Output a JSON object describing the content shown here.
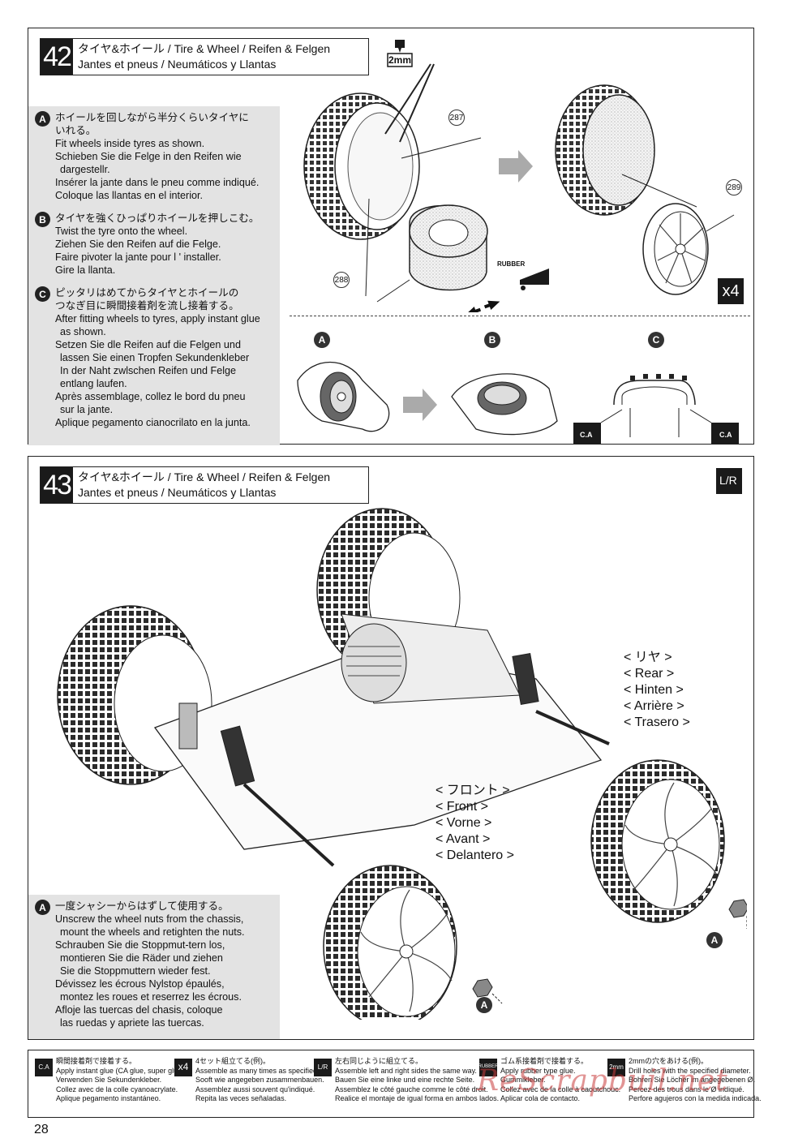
{
  "step42": {
    "number": "42",
    "title_line1": "タイヤ&ホイール / Tire & Wheel / Reifen & Felgen",
    "title_line2": "Jantes et pneus / Neumáticos y Llantas",
    "drill_label": "2mm",
    "rubber_label": "RUBBER",
    "multiplier": "x4",
    "parts": [
      "287",
      "288",
      "289"
    ],
    "instructions": [
      {
        "badge": "A",
        "lines": [
          "ホイールを回しながら半分くらいタイヤに",
          "いれる。",
          "Fit wheels inside tyres as shown.",
          "Schieben Sie die Felge in den Reifen wie",
          " dargestellr.",
          "Insérer la jante dans le pneu comme indiqué.",
          "Coloque las llantas en el interior."
        ]
      },
      {
        "badge": "B",
        "lines": [
          "タイヤを強くひっぱりホイールを押しこむ。",
          "Twist the tyre onto the wheel.",
          "Ziehen Sie den Reifen auf die Felge.",
          "Faire pivoter la jante pour l ' installer.",
          "Gire la llanta."
        ]
      },
      {
        "badge": "C",
        "lines": [
          "ピッタリはめてからタイヤとホイールの",
          "つなぎ目に瞬間接着剤を流し接着する。",
          "After fitting wheels to tyres, apply instant glue",
          " as shown.",
          "Setzen Sie dle Reifen auf die Felgen und",
          " lassen Sie einen Tropfen Sekundenkleber",
          " In der Naht zwlschen Reifen und Felge",
          " entlang laufen.",
          "Après assemblage, collez le bord du pneu",
          " sur la jante.",
          "Aplique pegamento cianocrilato en la junta."
        ]
      }
    ],
    "fig_labels": [
      "A",
      "B",
      "C"
    ],
    "ca_label": "C.A"
  },
  "step43": {
    "number": "43",
    "title_line1": "タイヤ&ホイール / Tire & Wheel / Reifen & Felgen",
    "title_line2": "Jantes et pneus / Neumáticos y Llantas",
    "lr_label": "L/R",
    "rear_labels": [
      "< リヤ >",
      "< Rear >",
      "< Hinten >",
      "< Arrière >",
      "< Trasero >"
    ],
    "front_labels": [
      "< フロント >",
      "< Front >",
      "< Vorne >",
      "< Avant >",
      "< Delantero >"
    ],
    "instructions": [
      {
        "badge": "A",
        "lines": [
          "一度シャシーからはずして使用する。",
          "Unscrew the wheel nuts from the chassis,",
          " mount the wheels and retighten the nuts.",
          "Schrauben Sie die Stoppmut-tern los,",
          " montieren Sie die Räder und ziehen",
          " Sie die Stoppmuttern wieder fest.",
          "Dévissez les écrous Nylstop épaulés,",
          " montez les roues et reserrez les écrous.",
          "Afloje las tuercas del chasis, coloque",
          " las ruedas y apriete las tuercas."
        ]
      }
    ],
    "fig_label": "A"
  },
  "legend": [
    {
      "icon": "C.A",
      "lines": [
        "瞬間接着剤で接着する。",
        "Apply instant glue (CA glue, super glue).",
        "Verwenden Sie Sekundenkleber.",
        "Collez avec de la colle cyanoacrylate.",
        "Aplique pegamento instantáneo."
      ]
    },
    {
      "icon": "x4",
      "lines": [
        "4セット組立てる(例)。",
        "Assemble as many times as specified.",
        "Sooft wie angegeben zusammenbauen.",
        "Assemblez aussi souvent qu'indiqué.",
        "Repita las veces señaladas."
      ]
    },
    {
      "icon": "L/R",
      "lines": [
        "左右同じように組立てる。",
        "Assemble left and right sides the same way.",
        "Bauen Sie eine linke und eine rechte Seite.",
        "Assemblez le côté gauche comme le côté droit.",
        "Realice el montaje de igual forma en ambos lados."
      ]
    },
    {
      "icon": "RUBBER",
      "lines": [
        "ゴム系接着剤で接着する。",
        "Apply rubber type glue.",
        "Gummikleber.",
        "Collez avec de la colle à caoutchouc.",
        "Aplicar cola de contacto."
      ]
    },
    {
      "icon": "2mm",
      "lines": [
        "2mmの穴をあける(例)。",
        "Drill holes with the specified diameter.",
        "Bohren Sie Löcher im angegebenen Ø.",
        "Percez des trous dans le Ø indiqué.",
        "Perfore agujeros con la medida indicada."
      ]
    }
  ],
  "page_number": "28",
  "watermark": "ReScrapbuil.net"
}
